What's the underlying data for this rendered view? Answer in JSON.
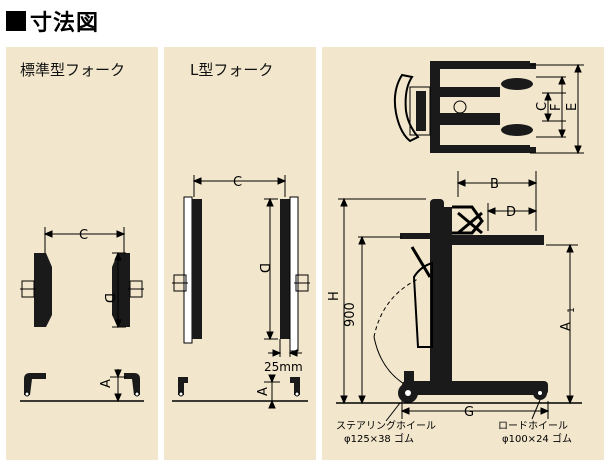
{
  "header": {
    "title": "寸法図"
  },
  "panels": {
    "standard": {
      "label": "標準型フォーク",
      "dims": {
        "c": "C",
        "d": "D",
        "a": "A"
      }
    },
    "l_type": {
      "label": "L型フォーク",
      "dims": {
        "c": "C",
        "d": "D",
        "a": "A",
        "gap": "25mm"
      }
    },
    "side": {
      "dims": {
        "b": "B",
        "d": "D",
        "h": "H",
        "h900": "900",
        "a1": "A",
        "a1_sub": "1",
        "g": "G",
        "c": "C",
        "f": "F",
        "e": "E"
      },
      "steering_wheel": {
        "name": "ステアリングホイール",
        "spec": "φ125×38 ゴム"
      },
      "load_wheel": {
        "name": "ロードホイール",
        "spec": "φ100×24 ゴム"
      }
    }
  }
}
